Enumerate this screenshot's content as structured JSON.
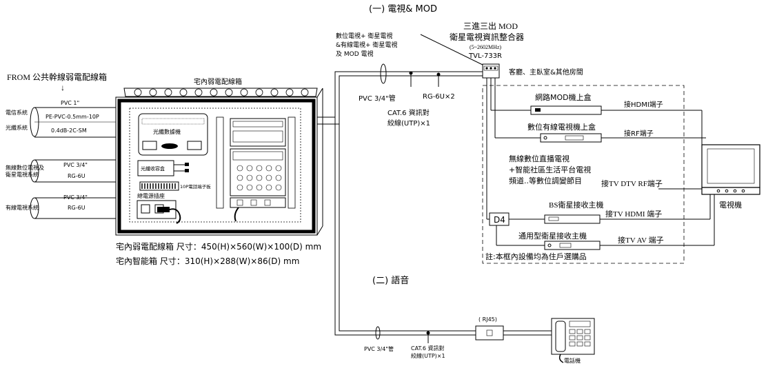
{
  "title_tv": "(一) 電視& MOD",
  "title_voice": "(二) 語音",
  "source": {
    "from_label": "FROM 公共幹線弱電配線箱",
    "arrow": "↓"
  },
  "trunk": [
    {
      "system": "電信系統",
      "pipe": "PVC 1\"",
      "cable": "PE-PVC-0.5mm-10P"
    },
    {
      "system": "光纖系統",
      "pipe": "",
      "cable": "0.4dB-2C-SM"
    },
    {
      "system": "無線數位電視及\n衛星電視系統",
      "pipe": "PVC 3/4\"",
      "cable": "RG-6U"
    },
    {
      "system": "有線電視系統",
      "pipe": "PVC 3/4\"",
      "cable": "RG-6U"
    }
  ],
  "cabinet": {
    "title": "宅內弱電配線箱",
    "fiber_modem": "光纖數據機",
    "fiber_box": "光纖收容盒",
    "patch_panel": "10P電話端子板",
    "power_outlet": "總電源插座",
    "size_line1": "宅內弱電配線箱 尺寸：450(H)×560(W)×100(D) mm",
    "size_line2": "宅內智能箱 尺寸：310(H)×288(W)×86(D) mm"
  },
  "signal_note": [
    "數位電視+ 衛星電視",
    "&有線電視+ 衛星電視",
    "及 MOD 電視"
  ],
  "conduit_tv": {
    "pipe": "PVC 3/4\"管",
    "cat6_1": "CAT.6 資訊對",
    "cat6_2": "絞線(UTP)×1",
    "coax": "RG-6U×2"
  },
  "integrator": {
    "line1": "三進三出 MOD",
    "line2": "衛星電視資訊整合器",
    "freq": "(5~2602MHz)",
    "model": "TVL-733R"
  },
  "rooms": {
    "title": "客廳、主臥室&其他房間",
    "devices": [
      {
        "name": "網路MOD機上盒",
        "port": "接HDMI端子"
      },
      {
        "name": "數位有線電視機上盒",
        "port": "接RF端子"
      },
      {
        "name": "BS衛星接收主機",
        "port": "接TV  HDMI 端子"
      },
      {
        "name": "通用型衛星接收主機",
        "port": "接TV  AV 端子"
      }
    ],
    "dtv_text": [
      "無線數位直播電視",
      "+智能社區生活平台電視",
      "頻道..等數位調變節目"
    ],
    "dtv_port": "接TV  DTV  RF端子",
    "splitter": "D4",
    "note": "註:本框內設備均為住戶選購品",
    "tv": "電視機"
  },
  "voice": {
    "pipe": "PVC 3/4\"管",
    "cat6_1": "CAT.6 資訊對",
    "cat6_2": "絞線(UTP)×1",
    "jack": "( RJ45)",
    "phone": "電話機"
  }
}
